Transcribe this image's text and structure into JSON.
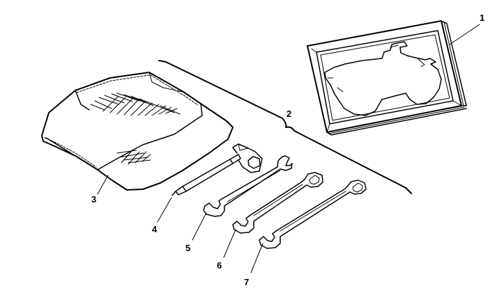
{
  "callouts": {
    "manual": "1",
    "tool_kit": "2",
    "tool_bag": "3",
    "screwdriver": "4",
    "wrench_5": "5",
    "wrench_6": "6",
    "wrench_7": "7"
  },
  "colors": {
    "ink": "#000000",
    "paper": "#ffffff"
  }
}
